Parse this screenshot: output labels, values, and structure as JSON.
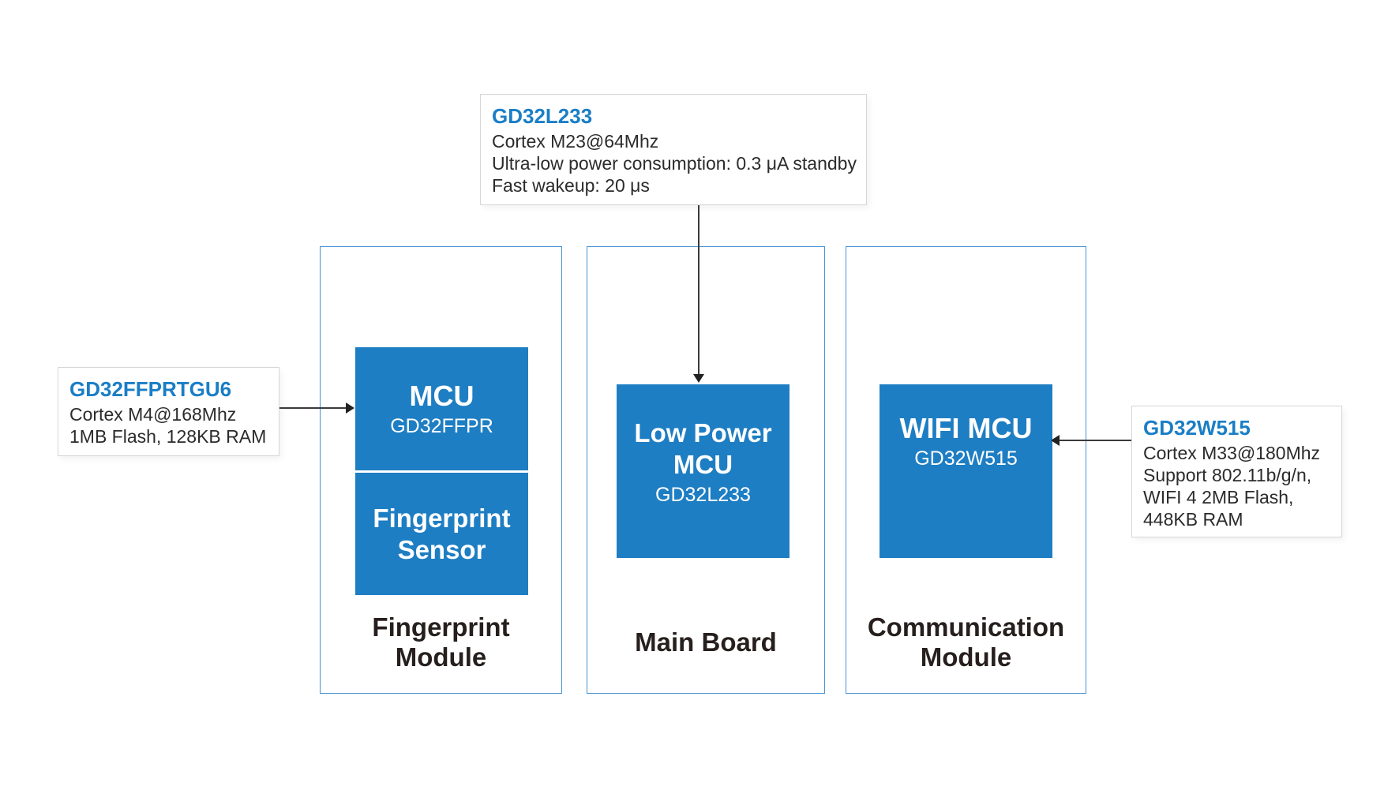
{
  "diagram": {
    "callouts": {
      "top": {
        "title": "GD32L233",
        "lines": [
          "Cortex M23@64Mhz",
          "Ultra-low power consumption: 0.3 μA standby",
          "Fast wakeup: 20 μs"
        ]
      },
      "left": {
        "title": "GD32FFPRTGU6",
        "lines": [
          "Cortex M4@168Mhz",
          "1MB Flash, 128KB RAM"
        ]
      },
      "right": {
        "title": "GD32W515",
        "lines": [
          "Cortex M33@180Mhz",
          "Support 802.11b/g/n,",
          "WIFI 4 2MB Flash,",
          "448KB RAM"
        ]
      }
    },
    "modules": {
      "fingerprint": {
        "label_lines": [
          "Fingerprint",
          "Module"
        ],
        "mcu": {
          "title": "MCU",
          "part": "GD32FFPR"
        },
        "sensor_lines": [
          "Fingerprint",
          "Sensor"
        ]
      },
      "main_board": {
        "label": "Main Board",
        "mcu": {
          "title_lines": [
            "Low Power",
            "MCU"
          ],
          "part": "GD32L233"
        }
      },
      "communication": {
        "label_lines": [
          "Communication",
          "Module"
        ],
        "mcu": {
          "title": "WIFI MCU",
          "part": "GD32W515"
        }
      }
    },
    "colors": {
      "chip_blue": "#1e7ec3",
      "module_border_blue": "#4792d3",
      "accent_text_blue": "#1a7ec6",
      "body_text": "#2b2b2b",
      "module_label_text": "#261f1d",
      "callout_border": "#d6d6d6",
      "arrow": "#3b3b3b"
    }
  }
}
